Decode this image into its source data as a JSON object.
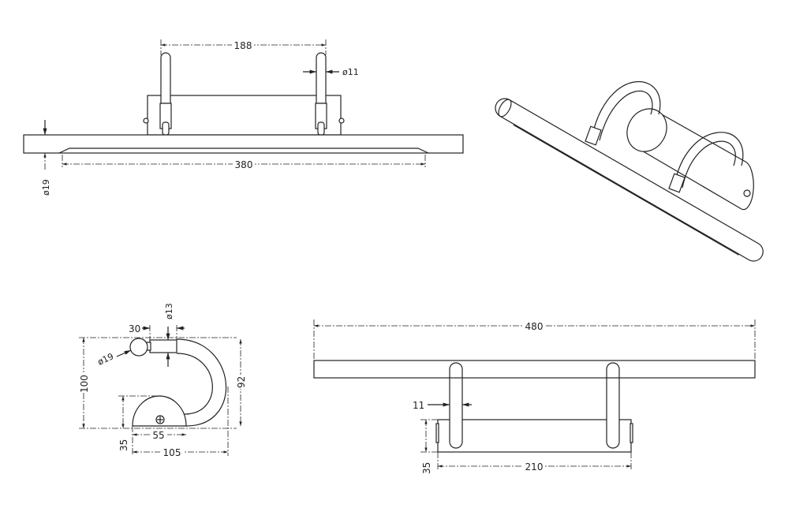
{
  "front_view": {
    "dim_arm_spacing": "188",
    "dim_arm_diameter": "ø11",
    "dim_bar_diameter": "ø19",
    "dim_light_length": "380"
  },
  "side_view": {
    "dim_arm_offset": "30",
    "dim_arm_diameter": "ø13",
    "dim_bar_diameter": "ø19",
    "dim_total_height": "100",
    "dim_arm_height": "92",
    "dim_base_height": "35",
    "dim_base_width": "55",
    "dim_total_depth": "105"
  },
  "top_view": {
    "dim_bar_length": "480",
    "dim_arm_width": "11",
    "dim_base_height": "35",
    "dim_base_width": "210"
  }
}
